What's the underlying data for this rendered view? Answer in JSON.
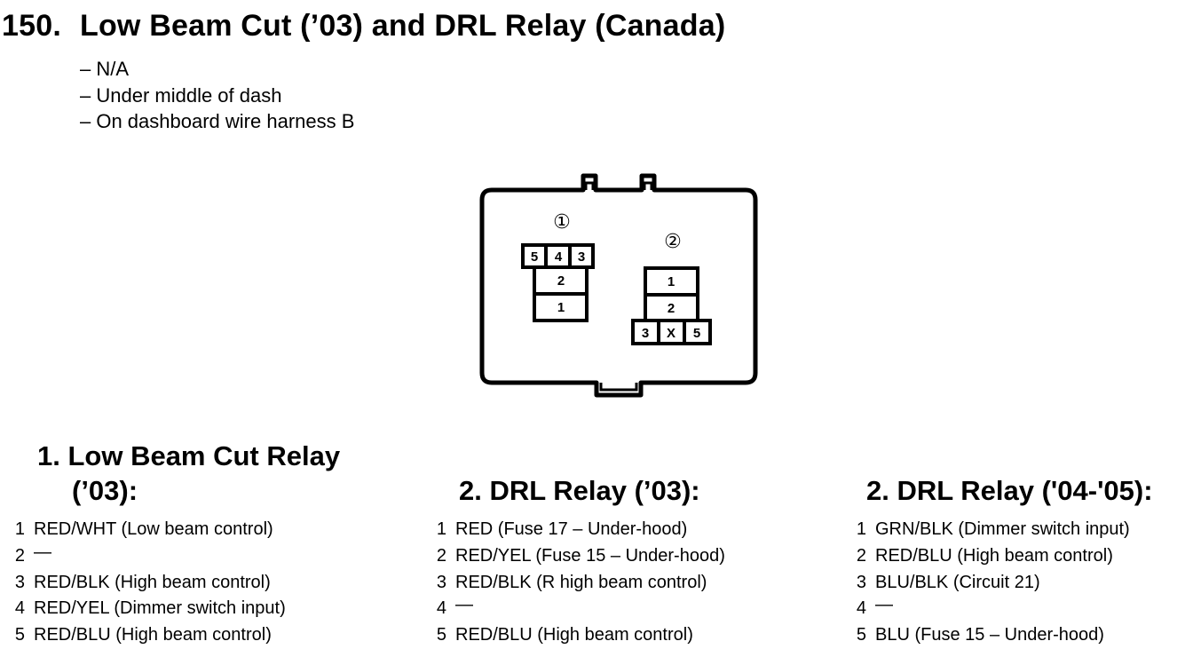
{
  "header": {
    "number": "150.",
    "title": "Low Beam Cut (’03) and DRL Relay (Canada)"
  },
  "location": [
    "– N/A",
    "– Under middle of dash",
    "– On dashboard wire harness B"
  ],
  "connector": {
    "relay1_label": "①",
    "relay2_label": "②",
    "relay1_pins": {
      "p5": "5",
      "p4": "4",
      "p3": "3",
      "p2": "2",
      "p1": "1"
    },
    "relay2_pins": {
      "p1": "1",
      "p2": "2",
      "p3": "3",
      "px": "X",
      "p5": "5"
    }
  },
  "sections": [
    {
      "heading_line1": "1. Low Beam Cut Relay",
      "heading_line2": "(’03):",
      "pins": [
        {
          "num": "1",
          "desc": "RED/WHT (Low beam control)"
        },
        {
          "num": "2",
          "desc": "—"
        },
        {
          "num": "3",
          "desc": "RED/BLK (High beam control)"
        },
        {
          "num": "4",
          "desc": "RED/YEL (Dimmer switch input)"
        },
        {
          "num": "5",
          "desc": "RED/BLU (High beam control)"
        }
      ]
    },
    {
      "heading": "2. DRL Relay (’03):",
      "pins": [
        {
          "num": "1",
          "desc": "RED (Fuse 17 – Under-hood)"
        },
        {
          "num": "2",
          "desc": "RED/YEL (Fuse 15 – Under-hood)"
        },
        {
          "num": "3",
          "desc": "RED/BLK (R high beam control)"
        },
        {
          "num": "4",
          "desc": "—"
        },
        {
          "num": "5",
          "desc": "RED/BLU (High beam control)"
        }
      ]
    },
    {
      "heading": "2. DRL Relay ('04-'05):",
      "pins": [
        {
          "num": "1",
          "desc": "GRN/BLK (Dimmer switch input)"
        },
        {
          "num": "2",
          "desc": "RED/BLU (High beam control)"
        },
        {
          "num": "3",
          "desc": "BLU/BLK (Circuit 21)"
        },
        {
          "num": "4",
          "desc": "—"
        },
        {
          "num": "5",
          "desc": "BLU (Fuse 15 – Under-hood)"
        }
      ]
    }
  ]
}
